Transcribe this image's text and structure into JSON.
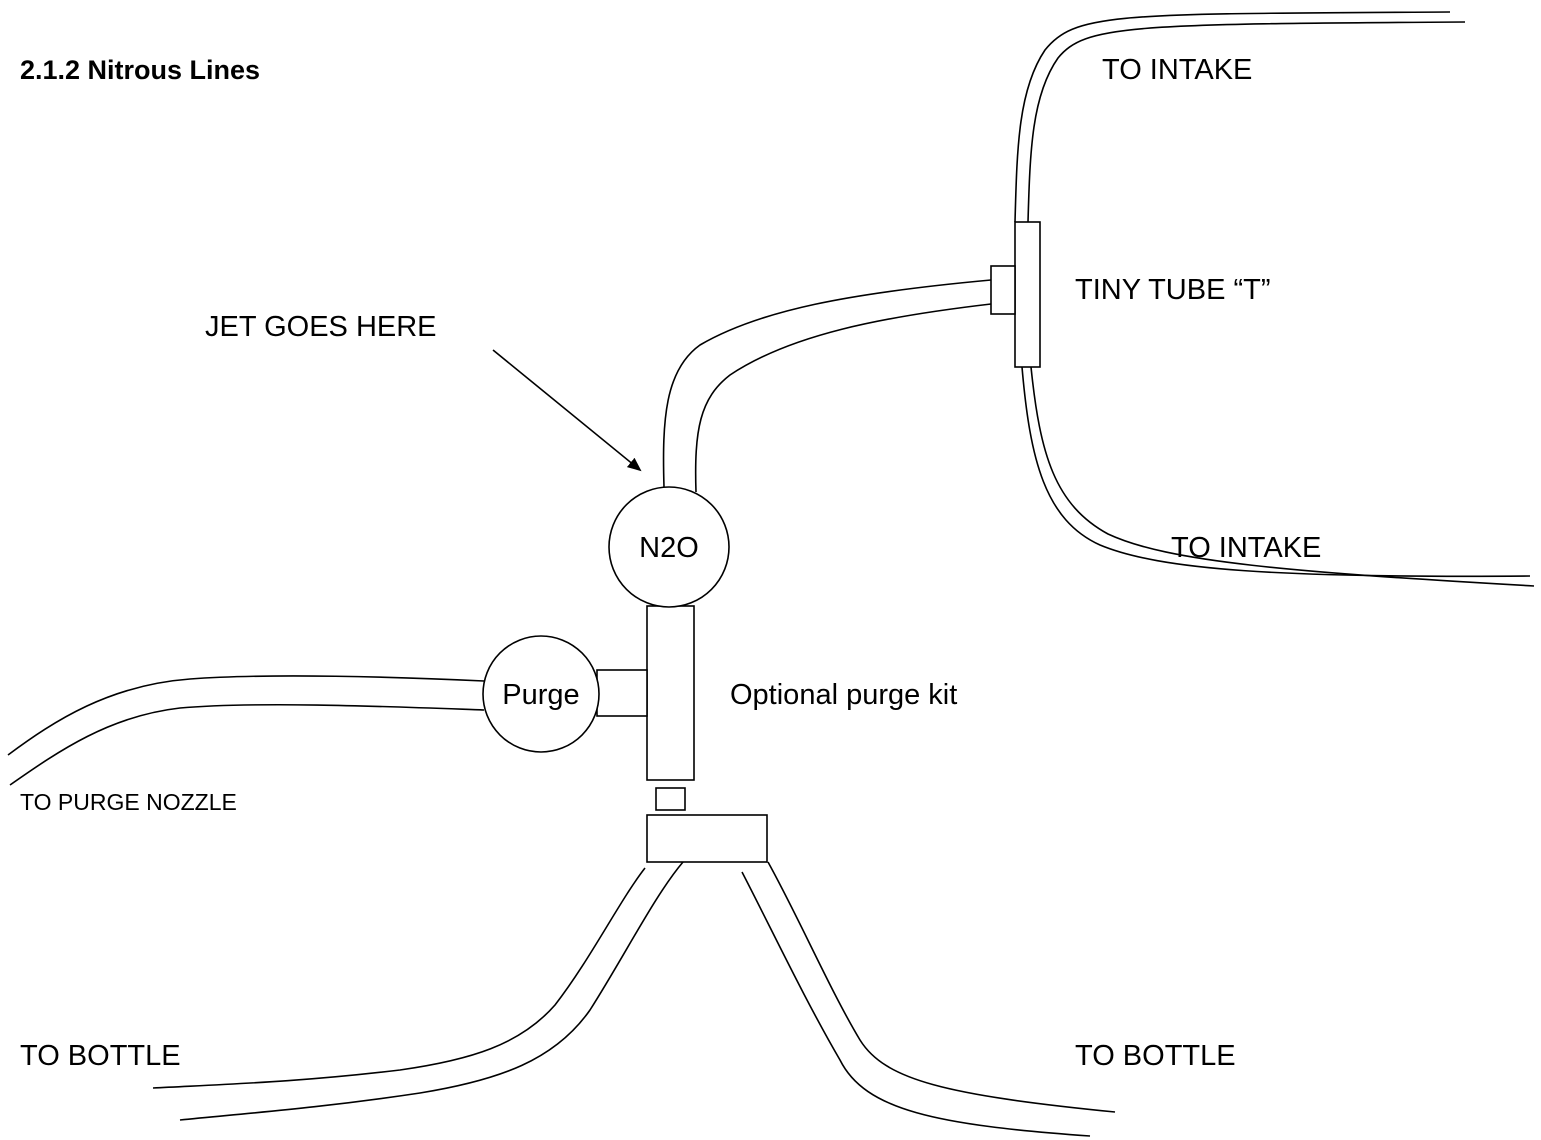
{
  "section_heading": "2.1.2  Nitrous Lines",
  "labels": {
    "to_intake_top": "TO INTAKE",
    "to_intake_bottom": "TO INTAKE",
    "tiny_tube_t": "TINY TUBE “T”",
    "jet_goes_here": "JET GOES HERE",
    "n2o": "N2O",
    "purge": "Purge",
    "optional_purge_kit": "Optional purge kit",
    "to_purge_nozzle": "TO PURGE NOZZLE",
    "to_bottle_left": "TO BOTTLE",
    "to_bottle_right": "TO BOTTLE"
  }
}
